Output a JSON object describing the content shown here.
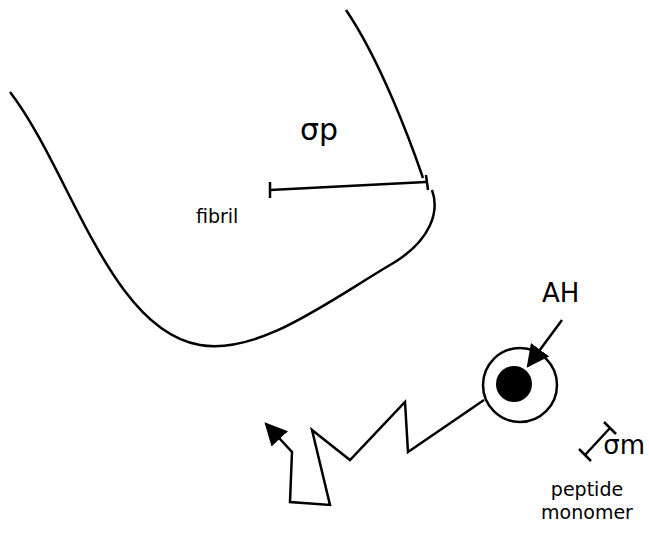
{
  "diagram": {
    "labels": [
      "σp",
      "fibril",
      "AH",
      "σm",
      "peptide monomer"
    ]
  }
}
